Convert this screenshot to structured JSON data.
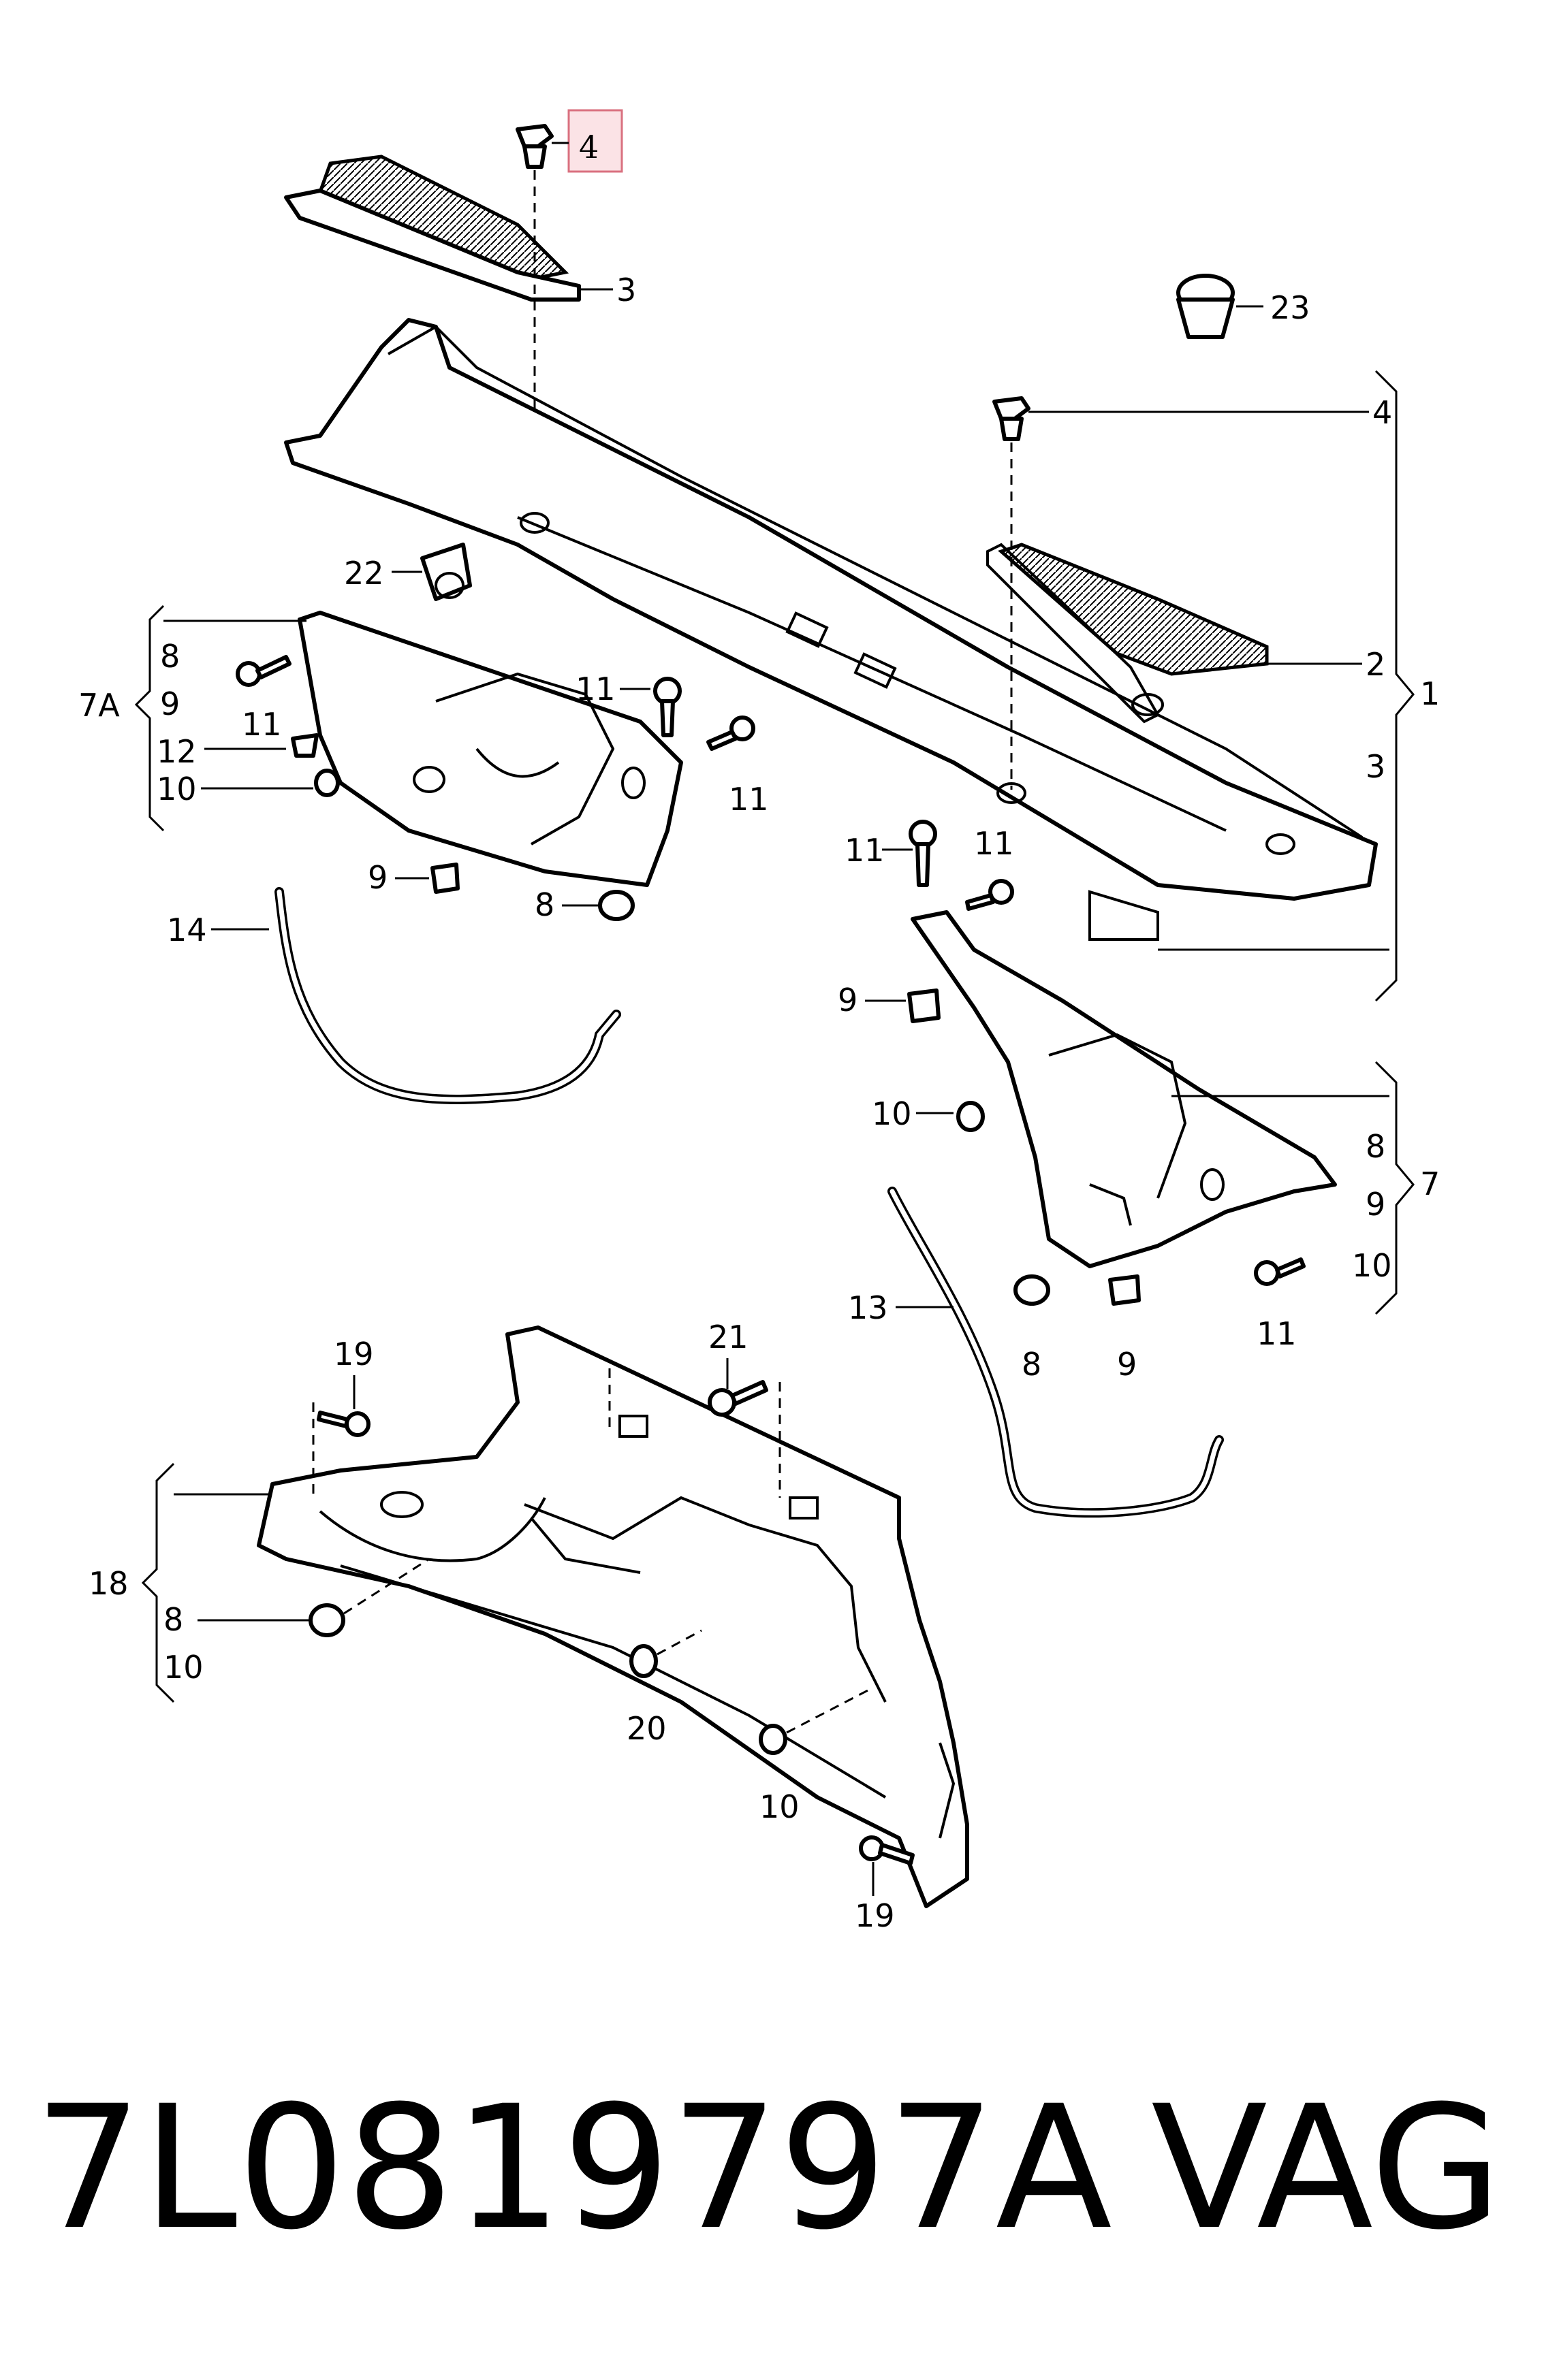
{
  "footer": {
    "part_number": "7L0819797A",
    "brand": "VAG"
  },
  "callouts": {
    "c4_highlight": "4",
    "c3_top": "3",
    "c23": "23",
    "c4_right": "4",
    "c2": "2",
    "c1": "1",
    "c3_right": "3",
    "c22": "22",
    "c8_left": "8",
    "c9_left": "9",
    "c7A": "7A",
    "c12": "12",
    "c10_left": "10",
    "c11_a": "11",
    "c11_b": "11",
    "c11_c": "11",
    "c9_mid": "9",
    "c8_mid": "8",
    "c14": "14",
    "c11_d": "11",
    "c11_e": "11",
    "c9_right": "9",
    "c10_right": "10",
    "c8_brace": "8",
    "c9_brace": "9",
    "c10_brace": "10",
    "c7": "7",
    "c8_bottom": "8",
    "c9_bottom": "9",
    "c11_bottom": "11",
    "c13": "13",
    "c19_top": "19",
    "c21": "21",
    "c18": "18",
    "c8_lower": "8",
    "c10_lower": "10",
    "c20": "20",
    "c10_low2": "10",
    "c19_bottom": "19"
  },
  "highlight_color": "#fbe3e6"
}
